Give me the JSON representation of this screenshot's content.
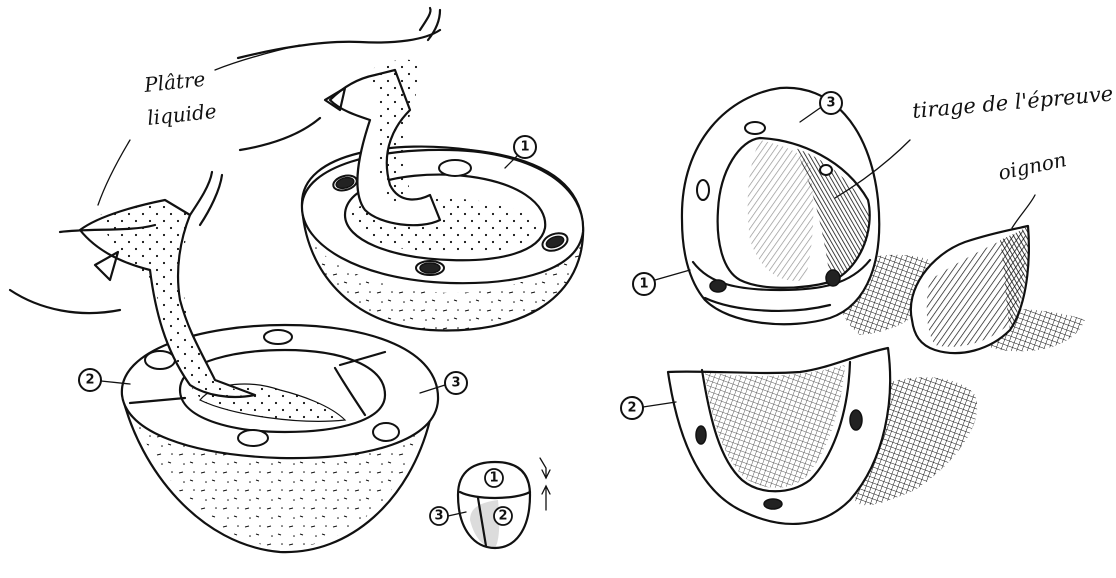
{
  "labels": {
    "platre_line1": "Plâtre",
    "platre_line2": "liquide",
    "tirage": "tirage de l'épreuve",
    "oignon": "oignon"
  },
  "markers": {
    "m1": "1",
    "m2": "2",
    "m3": "3"
  }
}
